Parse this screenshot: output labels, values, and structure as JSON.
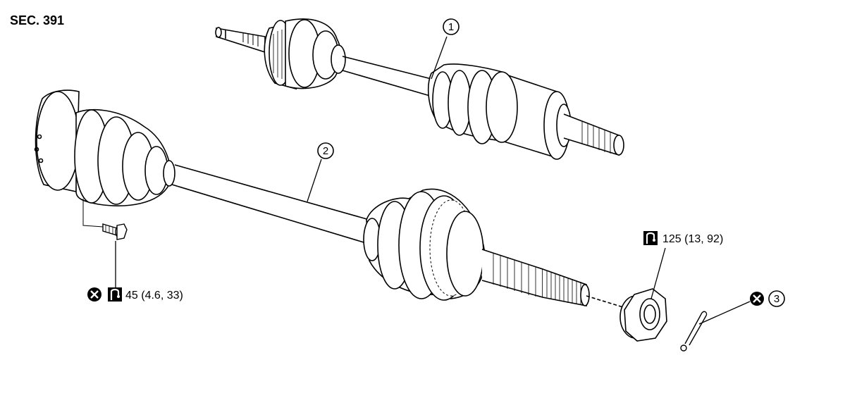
{
  "section_code": "SEC. 391",
  "callouts": {
    "item1": "1",
    "item2": "2",
    "item3": "3"
  },
  "torque_specs": {
    "bolt": "45 (4.6, 33)",
    "nut": "125 (13, 92)"
  },
  "icons": {
    "replace": "do-not-reuse-icon",
    "torque": "torque-wrench-icon"
  },
  "colors": {
    "line": "#000000",
    "background": "#ffffff"
  }
}
